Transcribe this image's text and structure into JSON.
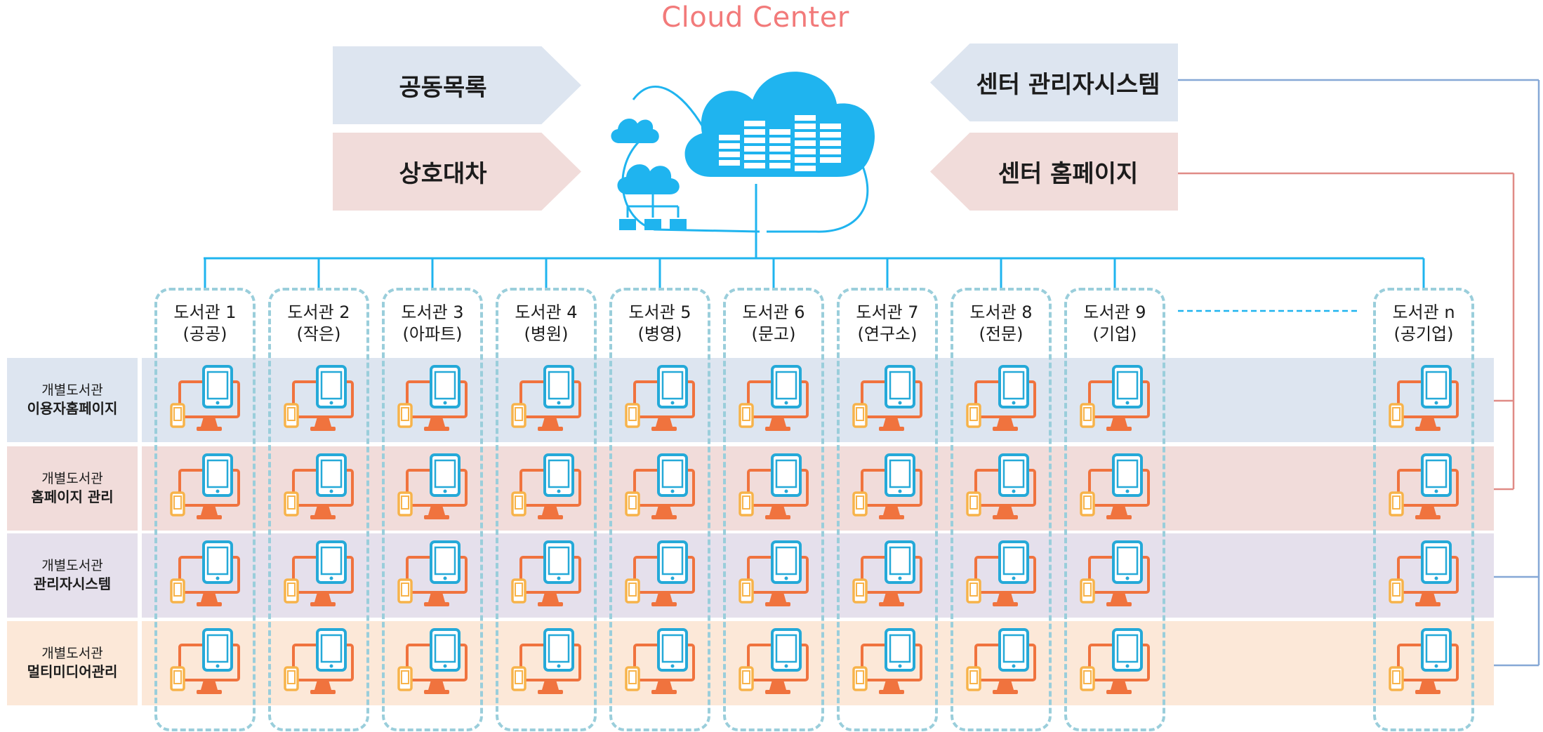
{
  "title": "Cloud Center",
  "left_services": [
    {
      "label": "공동목록",
      "style": "blue"
    },
    {
      "label": "상호대차",
      "style": "pink"
    }
  ],
  "right_services": [
    {
      "label": "센터 관리자시스템",
      "style": "blue"
    },
    {
      "label": "센터 홈페이지",
      "style": "pink"
    }
  ],
  "libraries": [
    {
      "name": "도서관 1",
      "type": "(공공)"
    },
    {
      "name": "도서관 2",
      "type": "(작은)"
    },
    {
      "name": "도서관 3",
      "type": "(아파트)"
    },
    {
      "name": "도서관 4",
      "type": "(병원)"
    },
    {
      "name": "도서관 5",
      "type": "(병영)"
    },
    {
      "name": "도서관 6",
      "type": "(문고)"
    },
    {
      "name": "도서관 7",
      "type": "(연구소)"
    },
    {
      "name": "도서관 8",
      "type": "(전문)"
    },
    {
      "name": "도서관 9",
      "type": "(기업)"
    },
    {
      "name": "도서관 n",
      "type": "(공기업)"
    }
  ],
  "rows": [
    {
      "line1": "개별도서관",
      "line2": "이용자홈페이지",
      "color": "#dde5f0"
    },
    {
      "line1": "개별도서관",
      "line2": "홈페이지 관리",
      "color": "#f1dcda"
    },
    {
      "line1": "개별도서관",
      "line2": "관리자시스템",
      "color": "#e5e0ec"
    },
    {
      "line1": "개별도서관",
      "line2": "멀티미디어관리",
      "color": "#fce8d8"
    }
  ],
  "colors": {
    "title": "#f27a7a",
    "cloud": "#1fb4ef",
    "tablet": "#25a9d8",
    "monitor": "#f0733e",
    "phone": "#f7b34a",
    "frame": "#9acedb",
    "wire_blue": "#86a8d6",
    "wire_pink": "#e08b86"
  },
  "icons": {
    "cloud": "cloud-server-icon",
    "device": "multi-device-icon"
  }
}
